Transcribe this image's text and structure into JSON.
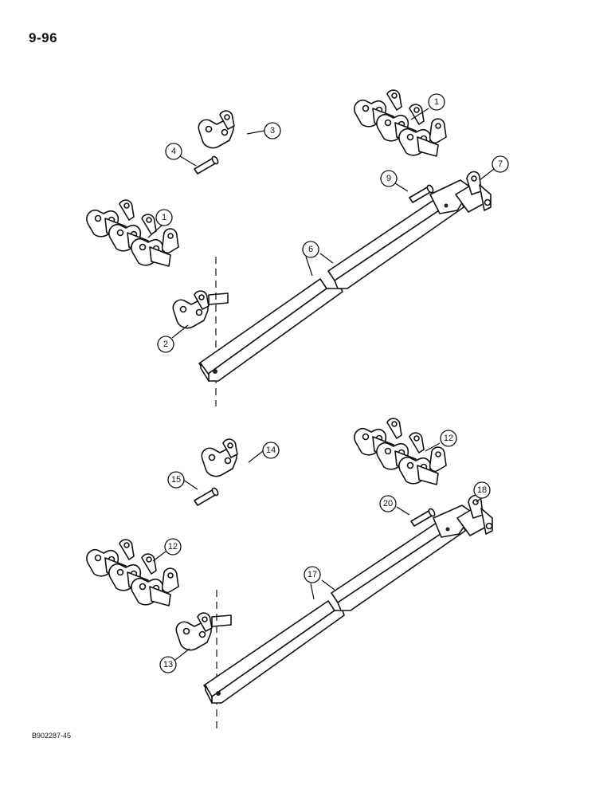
{
  "page": {
    "page_number": "9-96",
    "figure_code": "B902287-45"
  },
  "callouts": {
    "top": {
      "c1a": "1",
      "c1b": "1",
      "c2": "2",
      "c3": "3",
      "c4": "4",
      "c6": "6",
      "c7": "7",
      "c9": "9"
    },
    "bottom": {
      "c12a": "12",
      "c12b": "12",
      "c13": "13",
      "c14": "14",
      "c15": "15",
      "c17": "17",
      "c18": "18",
      "c20": "20"
    }
  }
}
